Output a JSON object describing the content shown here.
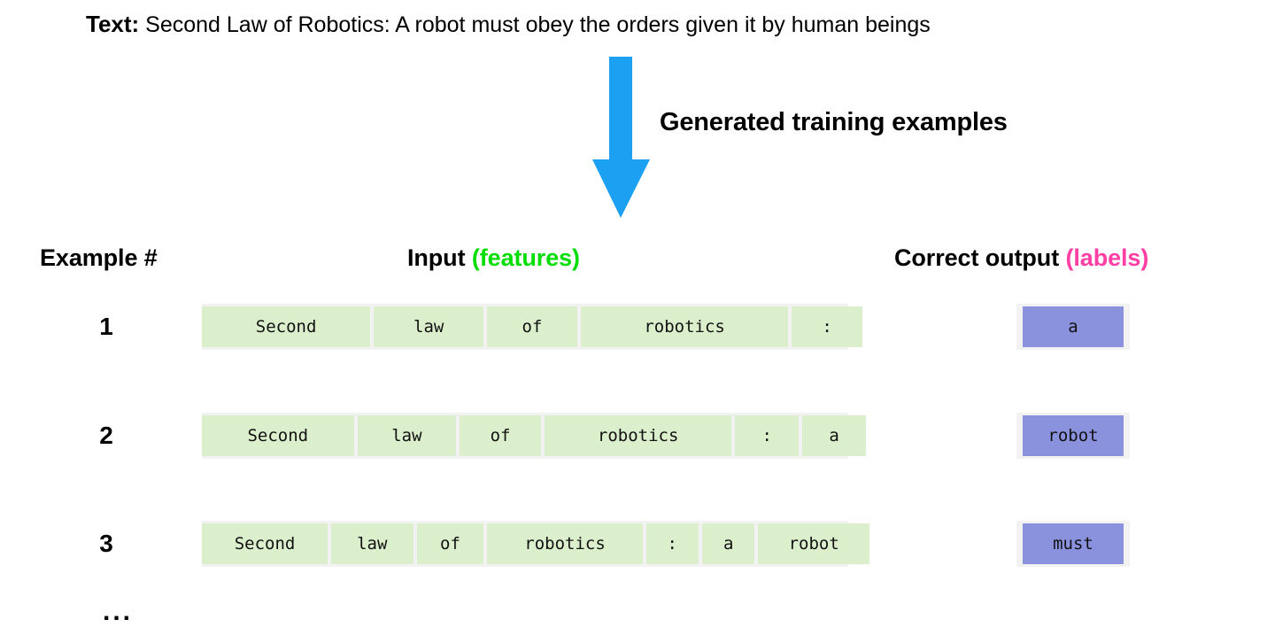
{
  "source_text": {
    "label": "Text:",
    "value": "Second Law of Robotics: A robot must obey the orders given it by human beings"
  },
  "arrow": {
    "name": "down-arrow",
    "color": "#1ca0f2",
    "caption": "Generated training examples"
  },
  "headers": {
    "example": "Example #",
    "input_main": "Input",
    "input_tint": "(features)",
    "output_main": "Correct output",
    "output_tint": "(labels)"
  },
  "colors": {
    "features_tint": "#00dd00",
    "labels_tint": "#ff3fa4",
    "token_chip": "#dcefcc",
    "label_chip": "#8b92dd",
    "strip_background": "#f2f2f2",
    "arrow": "#1ca0f2"
  },
  "examples": [
    {
      "number": "1",
      "features": [
        "Second",
        "law",
        "of",
        "robotics",
        ":"
      ],
      "label": "a"
    },
    {
      "number": "2",
      "features": [
        "Second",
        "law",
        "of",
        "robotics",
        ":",
        "a"
      ],
      "label": "robot"
    },
    {
      "number": "3",
      "features": [
        "Second",
        "law",
        "of",
        "robotics",
        ":",
        "a",
        "robot"
      ],
      "label": "must"
    }
  ],
  "continuation": "..."
}
